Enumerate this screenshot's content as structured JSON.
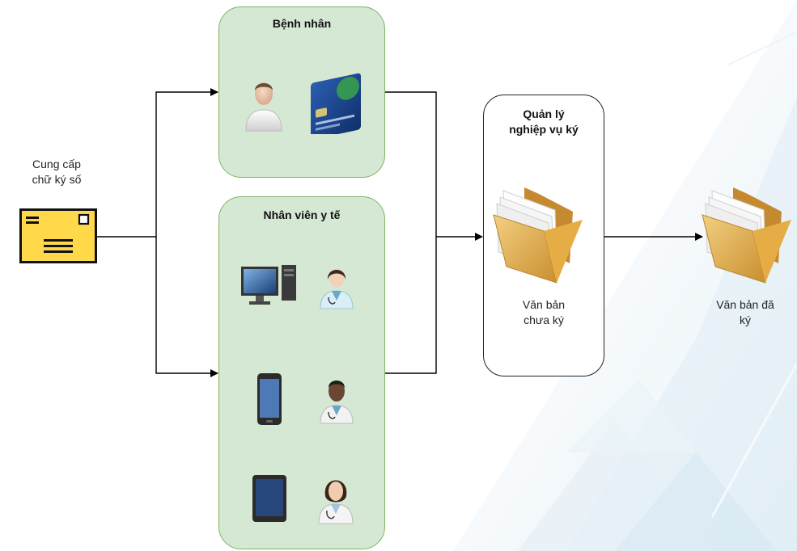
{
  "provider": {
    "label": "Cung cấp\nchữ ký số",
    "icon": "envelope-icon"
  },
  "groups": {
    "patient": {
      "title": "Bệnh nhân",
      "icons": [
        "patient-avatar-icon",
        "credit-card-icon"
      ]
    },
    "medical_staff": {
      "title": "Nhân viên y tế",
      "icons": [
        "desktop-computer-icon",
        "female-doctor-icon",
        "mobile-phone-icon",
        "male-doctor-icon",
        "tablet-icon",
        "female-doctor-icon"
      ]
    }
  },
  "manager": {
    "title": "Quản lý\nnghiệp vụ ký",
    "doc_label": "Văn bản\nchưa ký",
    "doc_icon": "folder-documents-icon"
  },
  "output": {
    "label": "Văn bản đã\nký",
    "icon": "folder-documents-icon"
  },
  "colors": {
    "group_fill": "#d5e8d4",
    "group_stroke": "#82b366",
    "envelope_fill": "#ffd94a",
    "folder_fill": "#e8b44c"
  }
}
